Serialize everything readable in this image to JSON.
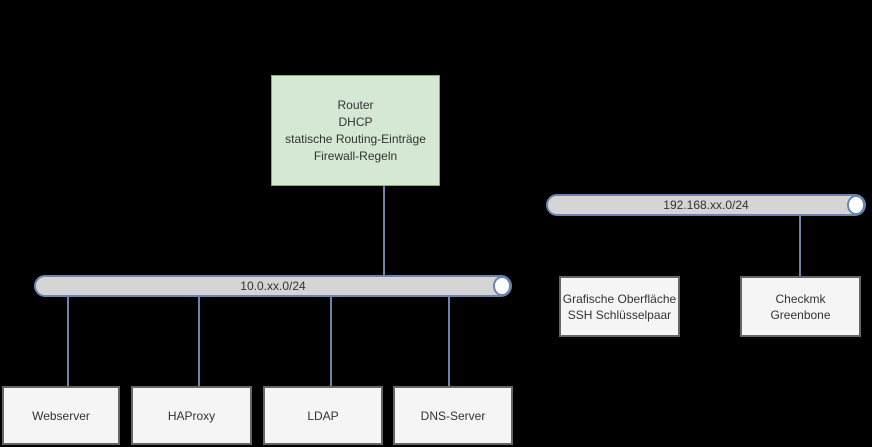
{
  "colors": {
    "background": "#000000",
    "router_fill": "#d5e8d4",
    "router_border": "#82b366",
    "pipe_fill": "#d5d5d5",
    "pipe_border": "#6b84b0",
    "pipe_cap_fill": "#ffffff",
    "node_fill": "#f5f5f5",
    "node_border": "#666666",
    "text": "#333333"
  },
  "router": {
    "lines": [
      "Router",
      "DHCP",
      "statische Routing-Einträge",
      "Firewall-Regeln"
    ]
  },
  "networks": [
    {
      "label": "10.0.xx.0/24"
    },
    {
      "label": "192.168.xx.0/24"
    }
  ],
  "servers": [
    {
      "label": "Webserver"
    },
    {
      "label": "HAProxy"
    },
    {
      "label": "LDAP"
    },
    {
      "label": "DNS-Server"
    }
  ],
  "management": [
    {
      "lines": [
        "Grafische Oberfläche",
        "SSH Schlüsselpaar"
      ]
    },
    {
      "lines": [
        "Checkmk",
        "Greenbone"
      ]
    }
  ]
}
